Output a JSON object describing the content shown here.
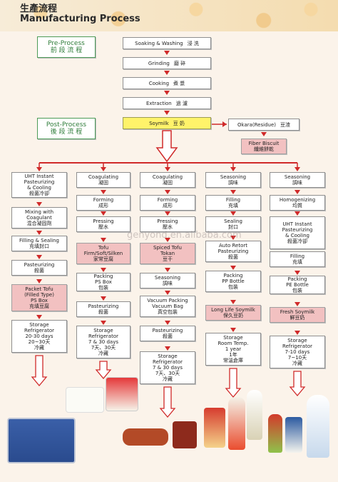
{
  "title": {
    "zh": "生產流程",
    "en": "Manufacturing Process"
  },
  "labels": {
    "pre_en": "Pre-Process",
    "pre_zh": "前 段 流 程",
    "post_en": "Post-Process",
    "post_zh": "後 段 流 程"
  },
  "main_steps": [
    {
      "en": "Soaking & Washing",
      "zh": "浸 洗"
    },
    {
      "en": "Grinding",
      "zh": "磨 碎"
    },
    {
      "en": "Cooking",
      "zh": "煮 漿"
    },
    {
      "en": "Extraction",
      "zh": "過 濾"
    },
    {
      "en": "Soymilk",
      "zh": "豆 奶"
    }
  ],
  "side": {
    "okara_en": "Okara(Residue)",
    "okara_zh": "豆渣",
    "biscuit_en": "Fiber Biscuit",
    "biscuit_zh": "纖維餅乾"
  },
  "columns": [
    [
      {
        "l": [
          "UHT Instant",
          "Pasteurizing",
          "& Cooling",
          "殺菌冷卻"
        ]
      },
      {
        "l": [
          "Mixing with",
          "Coagulant",
          "混合凝固劑"
        ]
      },
      {
        "l": [
          "Filling & Sealing",
          "充填封口"
        ]
      },
      {
        "l": [
          "Pasteurizing",
          "殺菌"
        ]
      },
      {
        "l": [
          "Packet Tofu",
          "(Filled Type)",
          "PS Box",
          "充填豆腐"
        ],
        "hl": true
      },
      {
        "l": [
          "Storage",
          "Refrigerator",
          "20-30 days",
          "20~30天",
          "冷藏"
        ]
      }
    ],
    [
      {
        "l": [
          "Coagulating",
          "凝固"
        ]
      },
      {
        "l": [
          "Forming",
          "成形"
        ]
      },
      {
        "l": [
          "Pressing",
          "壓水"
        ]
      },
      {
        "l": [
          "Tofu",
          "Firm/Soft/Silken",
          "家常豆腐"
        ],
        "hl": true
      },
      {
        "l": [
          "Packing",
          "PS Box",
          "包裝"
        ]
      },
      {
        "l": [
          "Pasteurizing",
          "殺菌"
        ]
      },
      {
        "l": [
          "Storage",
          "Refrigerator",
          "7 & 30 days",
          "7天、30天",
          "冷藏"
        ]
      }
    ],
    [
      {
        "l": [
          "Coagulating",
          "凝固"
        ]
      },
      {
        "l": [
          "Forming",
          "成形"
        ]
      },
      {
        "l": [
          "Pressing",
          "壓水"
        ]
      },
      {
        "l": [
          "Spiced Tofu",
          "Tokan",
          "豆干"
        ],
        "hl": true
      },
      {
        "l": [
          "Seasoning",
          "調味"
        ]
      },
      {
        "l": [
          "Vacuum Packing",
          "Vacuum Bag",
          "真空包裝"
        ]
      },
      {
        "l": [
          "Pasteurizing",
          "殺菌"
        ]
      },
      {
        "l": [
          "Storage",
          "Refrigerator",
          "7 & 30 days",
          "7天、30天",
          "冷藏"
        ]
      }
    ],
    [
      {
        "l": [
          "Seasoning",
          "調味"
        ]
      },
      {
        "l": [
          "Filling",
          "充填"
        ]
      },
      {
        "l": [
          "Sealing",
          "封口"
        ]
      },
      {
        "l": [
          "Auto Retort",
          "Pasteurizing",
          "殺菌"
        ]
      },
      {
        "l": [
          "Packing",
          "PP Bottle",
          "包裝"
        ]
      },
      {
        "l": [
          "Long Life Soymilk",
          "保久豆奶"
        ],
        "hl": true
      },
      {
        "l": [
          "Storage",
          "Room Temp.",
          "1 year",
          "1年",
          "常溫倉庫"
        ]
      }
    ],
    [
      {
        "l": [
          "Seasoning",
          "調味"
        ]
      },
      {
        "l": [
          "Homogenizing",
          "均質"
        ]
      },
      {
        "l": [
          "UHT Instant",
          "Pasteurizing",
          "& Cooling",
          "殺菌冷卻"
        ]
      },
      {
        "l": [
          "Filling",
          "充填"
        ]
      },
      {
        "l": [
          "Packing",
          "PE Bottle",
          "包裝"
        ]
      },
      {
        "l": [
          "Fresh Soymilk",
          "鮮豆奶"
        ],
        "hl": true
      },
      {
        "l": [
          "Storage",
          "Refrigerator",
          "7-10 days",
          "7~10天",
          "冷藏"
        ]
      }
    ]
  ],
  "watermark": "genyond.en.alibaba.com",
  "colors": {
    "arrow": "#d02a2a",
    "highlight": "#f2c1c1",
    "soymilk": "#fff36a",
    "label_border": "#4d9b57"
  }
}
